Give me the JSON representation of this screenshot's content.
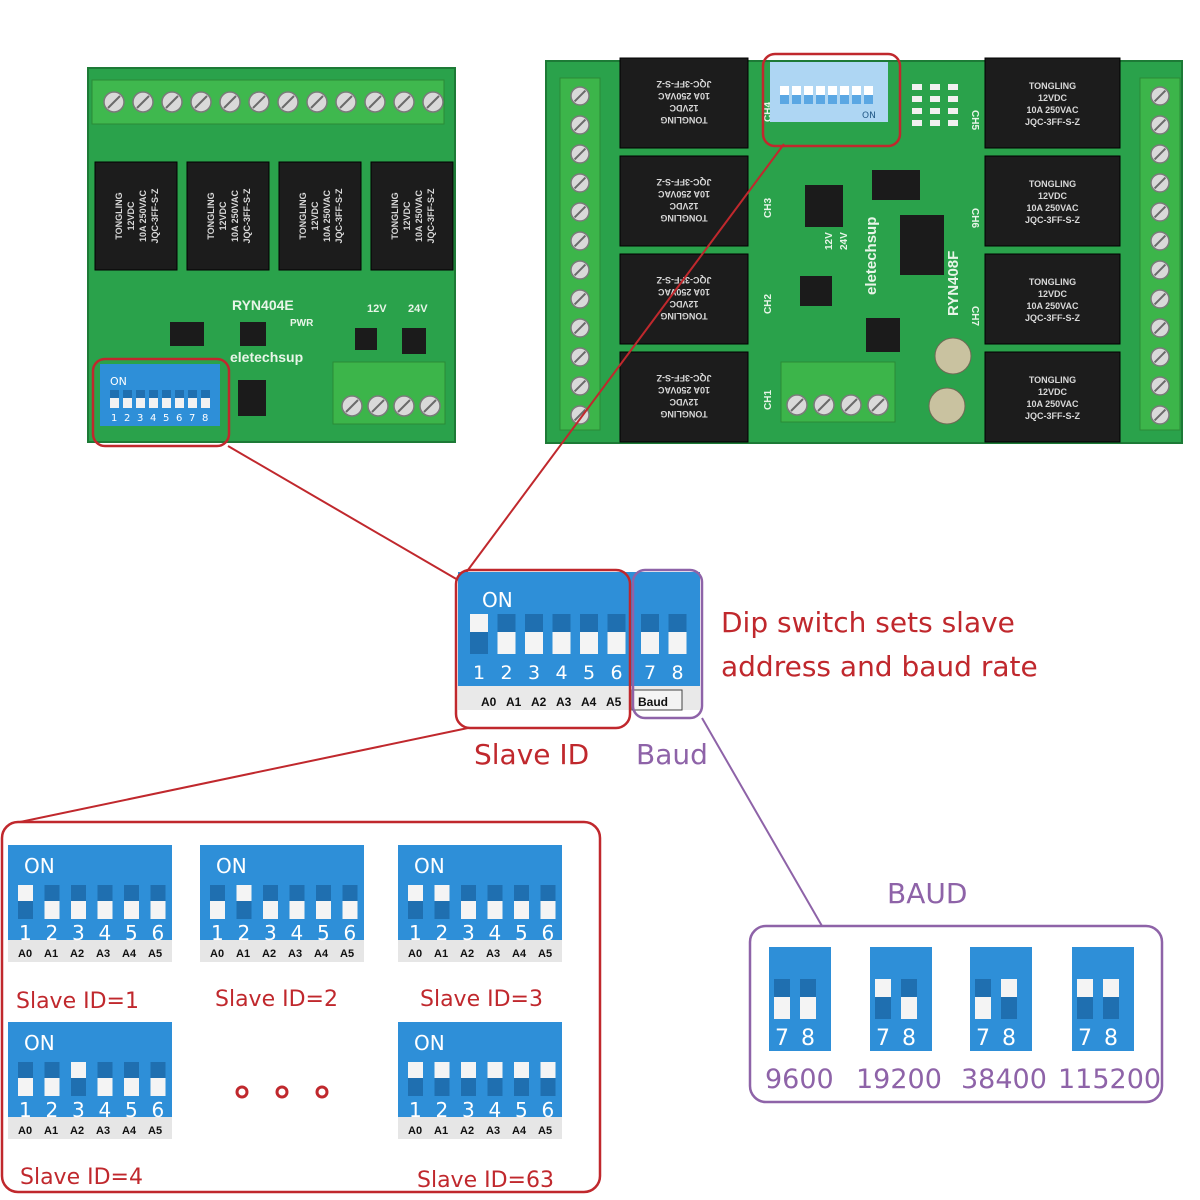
{
  "board_left": {
    "model": "RYN404E",
    "brand": "eletechsup",
    "relay_brand": "TONGLING",
    "relay_model": "JQC-3FF-S-Z",
    "relay_voltage": "12VDC",
    "relay_rating": "10A 250VAC",
    "pwr_label": "PWR",
    "v12_label": "12V",
    "v24_label": "24V",
    "dip_on": "ON",
    "dip_numbers": [
      "1",
      "2",
      "3",
      "4",
      "5",
      "6",
      "7",
      "8"
    ]
  },
  "board_right": {
    "model": "RYN408F",
    "brand": "eletechsup",
    "relay_brand": "TONGLING",
    "relay_model": "JQC-3FF-S-Z",
    "relay_voltage": "12VDC",
    "relay_rating": "10A 250VAC",
    "channels_left": [
      "CH4",
      "CH3",
      "CH2",
      "CH1"
    ],
    "channels_right": [
      "CH5",
      "CH6",
      "CH7"
    ],
    "v12_label": "12V",
    "v24_label": "24V",
    "dip_on": "ON"
  },
  "callout": {
    "dip_on": "ON",
    "dip_numbers": [
      "1",
      "2",
      "3",
      "4",
      "5",
      "6",
      "7",
      "8"
    ],
    "addr_labels": [
      "A0",
      "A1",
      "A2",
      "A3",
      "A4",
      "A5"
    ],
    "baud_tag": "Baud",
    "description_line1": "Dip switch sets slave",
    "description_line2": "address and baud rate",
    "slave_id_label": "Slave ID",
    "baud_label": "Baud"
  },
  "slave_examples": {
    "on": "ON",
    "numbers": [
      "1",
      "2",
      "3",
      "4",
      "5",
      "6"
    ],
    "addr_labels": [
      "A0",
      "A1",
      "A2",
      "A3",
      "A4",
      "A5"
    ],
    "items": [
      {
        "label": "Slave ID=1",
        "on": [
          1
        ]
      },
      {
        "label": "Slave ID=2",
        "on": [
          2
        ]
      },
      {
        "label": "Slave ID=3",
        "on": [
          1,
          2
        ]
      },
      {
        "label": "Slave ID=4",
        "on": [
          3
        ]
      },
      {
        "label": "Slave ID=63",
        "on": [
          1,
          2,
          3,
          4,
          5,
          6
        ]
      }
    ]
  },
  "baud_examples": {
    "title": "BAUD",
    "numbers": [
      "7",
      "8"
    ],
    "items": [
      {
        "label": "9600",
        "on": []
      },
      {
        "label": "19200",
        "on": [
          7
        ]
      },
      {
        "label": "38400",
        "on": [
          8
        ]
      },
      {
        "label": "115200",
        "on": [
          7,
          8
        ]
      }
    ]
  },
  "colors": {
    "red_frame": "#c0282d",
    "purple_frame": "#8e63a8",
    "dip_blue": "#2e8fd8",
    "pcb_green": "#27a24a",
    "relay_black": "#1c1c1c",
    "terminal_green": "#3cb54a"
  }
}
